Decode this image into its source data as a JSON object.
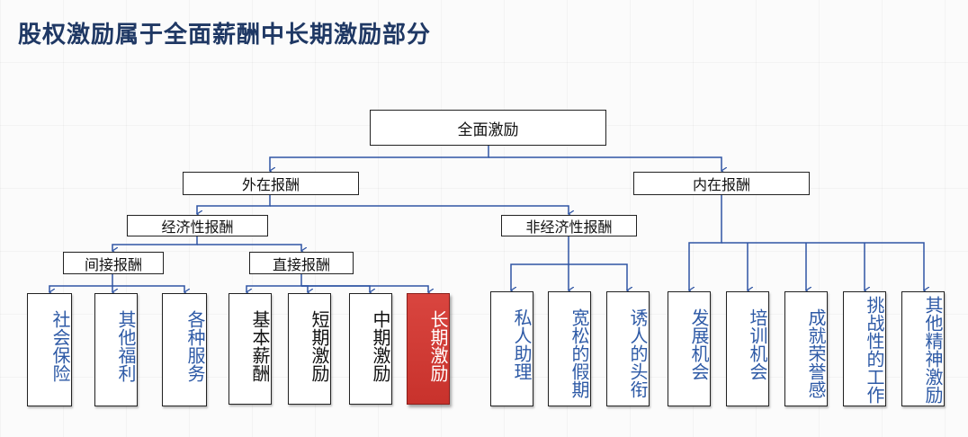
{
  "title": "股权激励属于全面薪酬中长期激励部分",
  "colors": {
    "title": "#1f3864",
    "connector": "#2f55a4",
    "blue_text": "#2e5aa6",
    "highlight": "#c8322c"
  },
  "nodes": {
    "root": "全面激励",
    "external": "外在报酬",
    "internal": "内在报酬",
    "economic": "经济性报酬",
    "non_economic": "非经济性报酬",
    "indirect": "间接报酬",
    "direct": "直接报酬"
  },
  "leaves": {
    "social_insurance": "社会保险",
    "other_benefits": "其他福利",
    "services": "各种服务",
    "base_salary": "基本薪酬",
    "short_term": "短期激励",
    "mid_term": "中期激励",
    "long_term": "长期激励",
    "assistant": "私人助理",
    "leave": "宽松的假期",
    "title_tag": "诱人的头衔",
    "development": "发展机会",
    "training": "培训机会",
    "honor": "成就荣誉感",
    "challenge": "挑战性的工作",
    "spiritual": "其他精神激励"
  }
}
